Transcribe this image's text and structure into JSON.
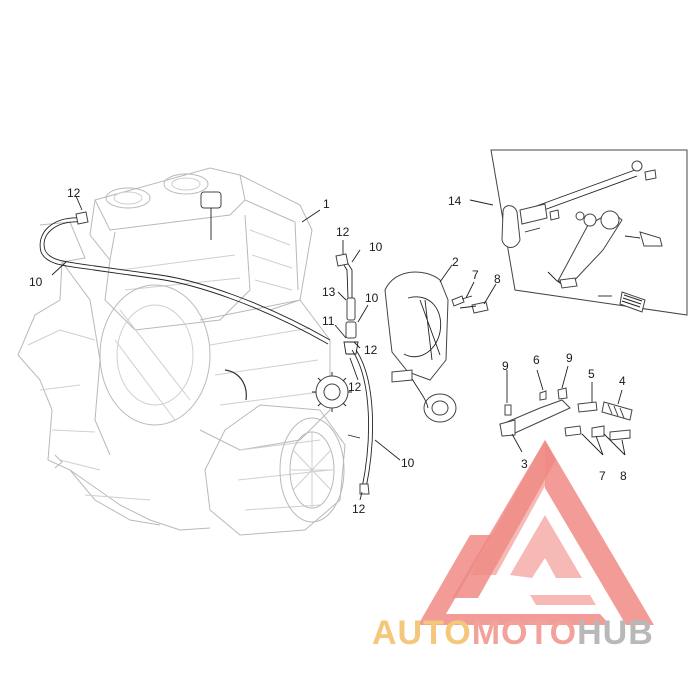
{
  "callouts": [
    "12",
    "10",
    "1",
    "12",
    "10",
    "14",
    "13",
    "10",
    "11",
    "12",
    "12",
    "2",
    "7",
    "8",
    "9",
    "6",
    "9",
    "5",
    "4",
    "3",
    "10",
    "12",
    "7",
    "8"
  ],
  "watermark": {
    "part1": "AUTO",
    "part2": "MOTO",
    "part3": "HUB"
  },
  "colors": {
    "logo_red": "#f08a85",
    "logo_red_light": "#f6b1ad",
    "logo_orange": "#f4c77a",
    "logo_gray": "#b8b8b8"
  }
}
